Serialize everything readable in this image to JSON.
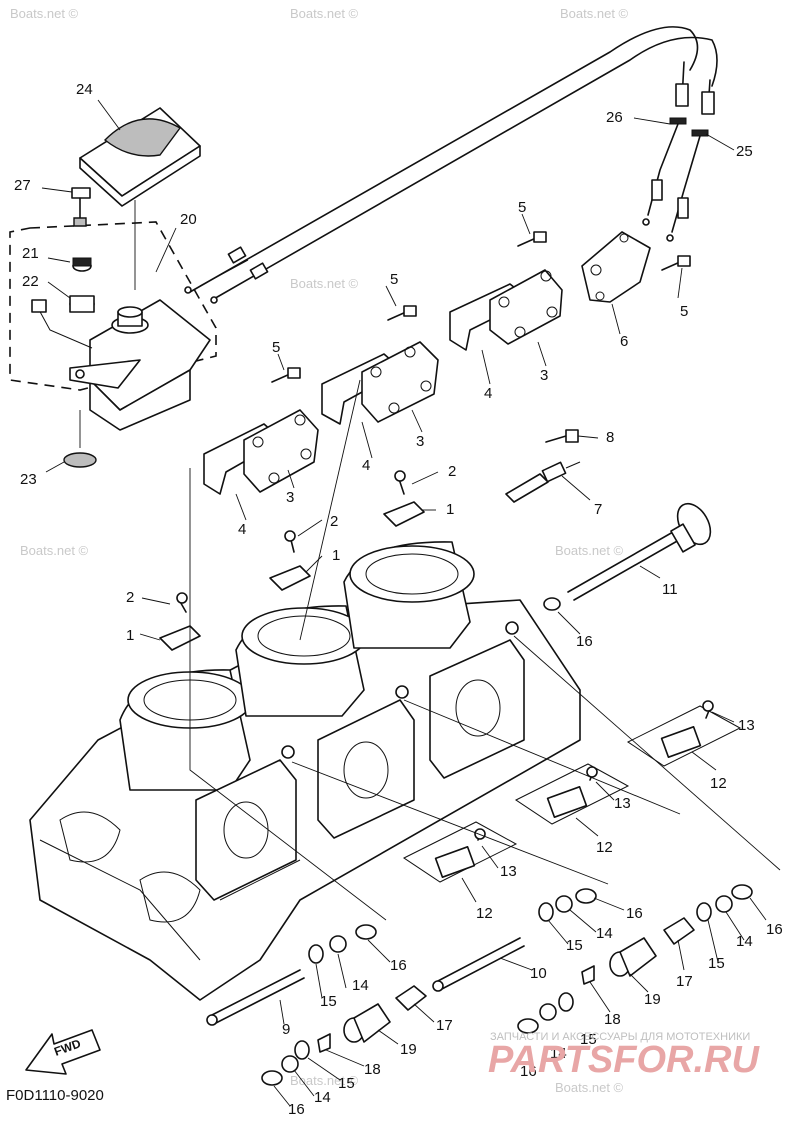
{
  "diagram": {
    "code": "F0D1110-9020",
    "direction_arrow": "FWD",
    "watermark": "Boats.net ©",
    "brand": {
      "tagline": "ЗАПЧАСТИ И АКСЕССУАРЫ ДЛЯ МОТОТЕХНИКИ",
      "name": "PARTSFOR.RU",
      "color": "#e8a6a6"
    },
    "callouts": [
      {
        "id": "c1",
        "text": "24"
      },
      {
        "id": "c2",
        "text": "27"
      },
      {
        "id": "c3",
        "text": "20"
      },
      {
        "id": "c4",
        "text": "21"
      },
      {
        "id": "c5",
        "text": "22"
      },
      {
        "id": "c6",
        "text": "23"
      },
      {
        "id": "c7",
        "text": "26"
      },
      {
        "id": "c8",
        "text": "25"
      },
      {
        "id": "c9",
        "text": "5"
      },
      {
        "id": "c10",
        "text": "5"
      },
      {
        "id": "c11",
        "text": "5"
      },
      {
        "id": "c12",
        "text": "5"
      },
      {
        "id": "c13",
        "text": "6"
      },
      {
        "id": "c14",
        "text": "3"
      },
      {
        "id": "c15",
        "text": "4"
      },
      {
        "id": "c16",
        "text": "3"
      },
      {
        "id": "c17",
        "text": "4"
      },
      {
        "id": "c18",
        "text": "3"
      },
      {
        "id": "c19",
        "text": "4"
      },
      {
        "id": "c20",
        "text": "8"
      },
      {
        "id": "c21",
        "text": "7"
      },
      {
        "id": "c22",
        "text": "2"
      },
      {
        "id": "c23",
        "text": "1"
      },
      {
        "id": "c24",
        "text": "2"
      },
      {
        "id": "c25",
        "text": "1"
      },
      {
        "id": "c26",
        "text": "2"
      },
      {
        "id": "c27",
        "text": "1"
      },
      {
        "id": "c28",
        "text": "11"
      },
      {
        "id": "c29",
        "text": "16"
      },
      {
        "id": "c30",
        "text": "13"
      },
      {
        "id": "c31",
        "text": "12"
      },
      {
        "id": "c32",
        "text": "13"
      },
      {
        "id": "c33",
        "text": "12"
      },
      {
        "id": "c34",
        "text": "13"
      },
      {
        "id": "c35",
        "text": "12"
      },
      {
        "id": "c36",
        "text": "16"
      },
      {
        "id": "c37",
        "text": "15"
      },
      {
        "id": "c38",
        "text": "14"
      },
      {
        "id": "c39",
        "text": "16"
      },
      {
        "id": "c40",
        "text": "14"
      },
      {
        "id": "c41",
        "text": "15"
      },
      {
        "id": "c42",
        "text": "17"
      },
      {
        "id": "c43",
        "text": "19"
      },
      {
        "id": "c44",
        "text": "18"
      },
      {
        "id": "c45",
        "text": "10"
      },
      {
        "id": "c46",
        "text": "16"
      },
      {
        "id": "c47",
        "text": "14"
      },
      {
        "id": "c48",
        "text": "15"
      },
      {
        "id": "c49",
        "text": "17"
      },
      {
        "id": "c50",
        "text": "9"
      },
      {
        "id": "c51",
        "text": "19"
      },
      {
        "id": "c52",
        "text": "18"
      },
      {
        "id": "c53",
        "text": "15"
      },
      {
        "id": "c54",
        "text": "14"
      },
      {
        "id": "c55",
        "text": "16"
      },
      {
        "id": "c56",
        "text": "15"
      },
      {
        "id": "c57",
        "text": "14"
      },
      {
        "id": "c58",
        "text": "16"
      }
    ]
  }
}
